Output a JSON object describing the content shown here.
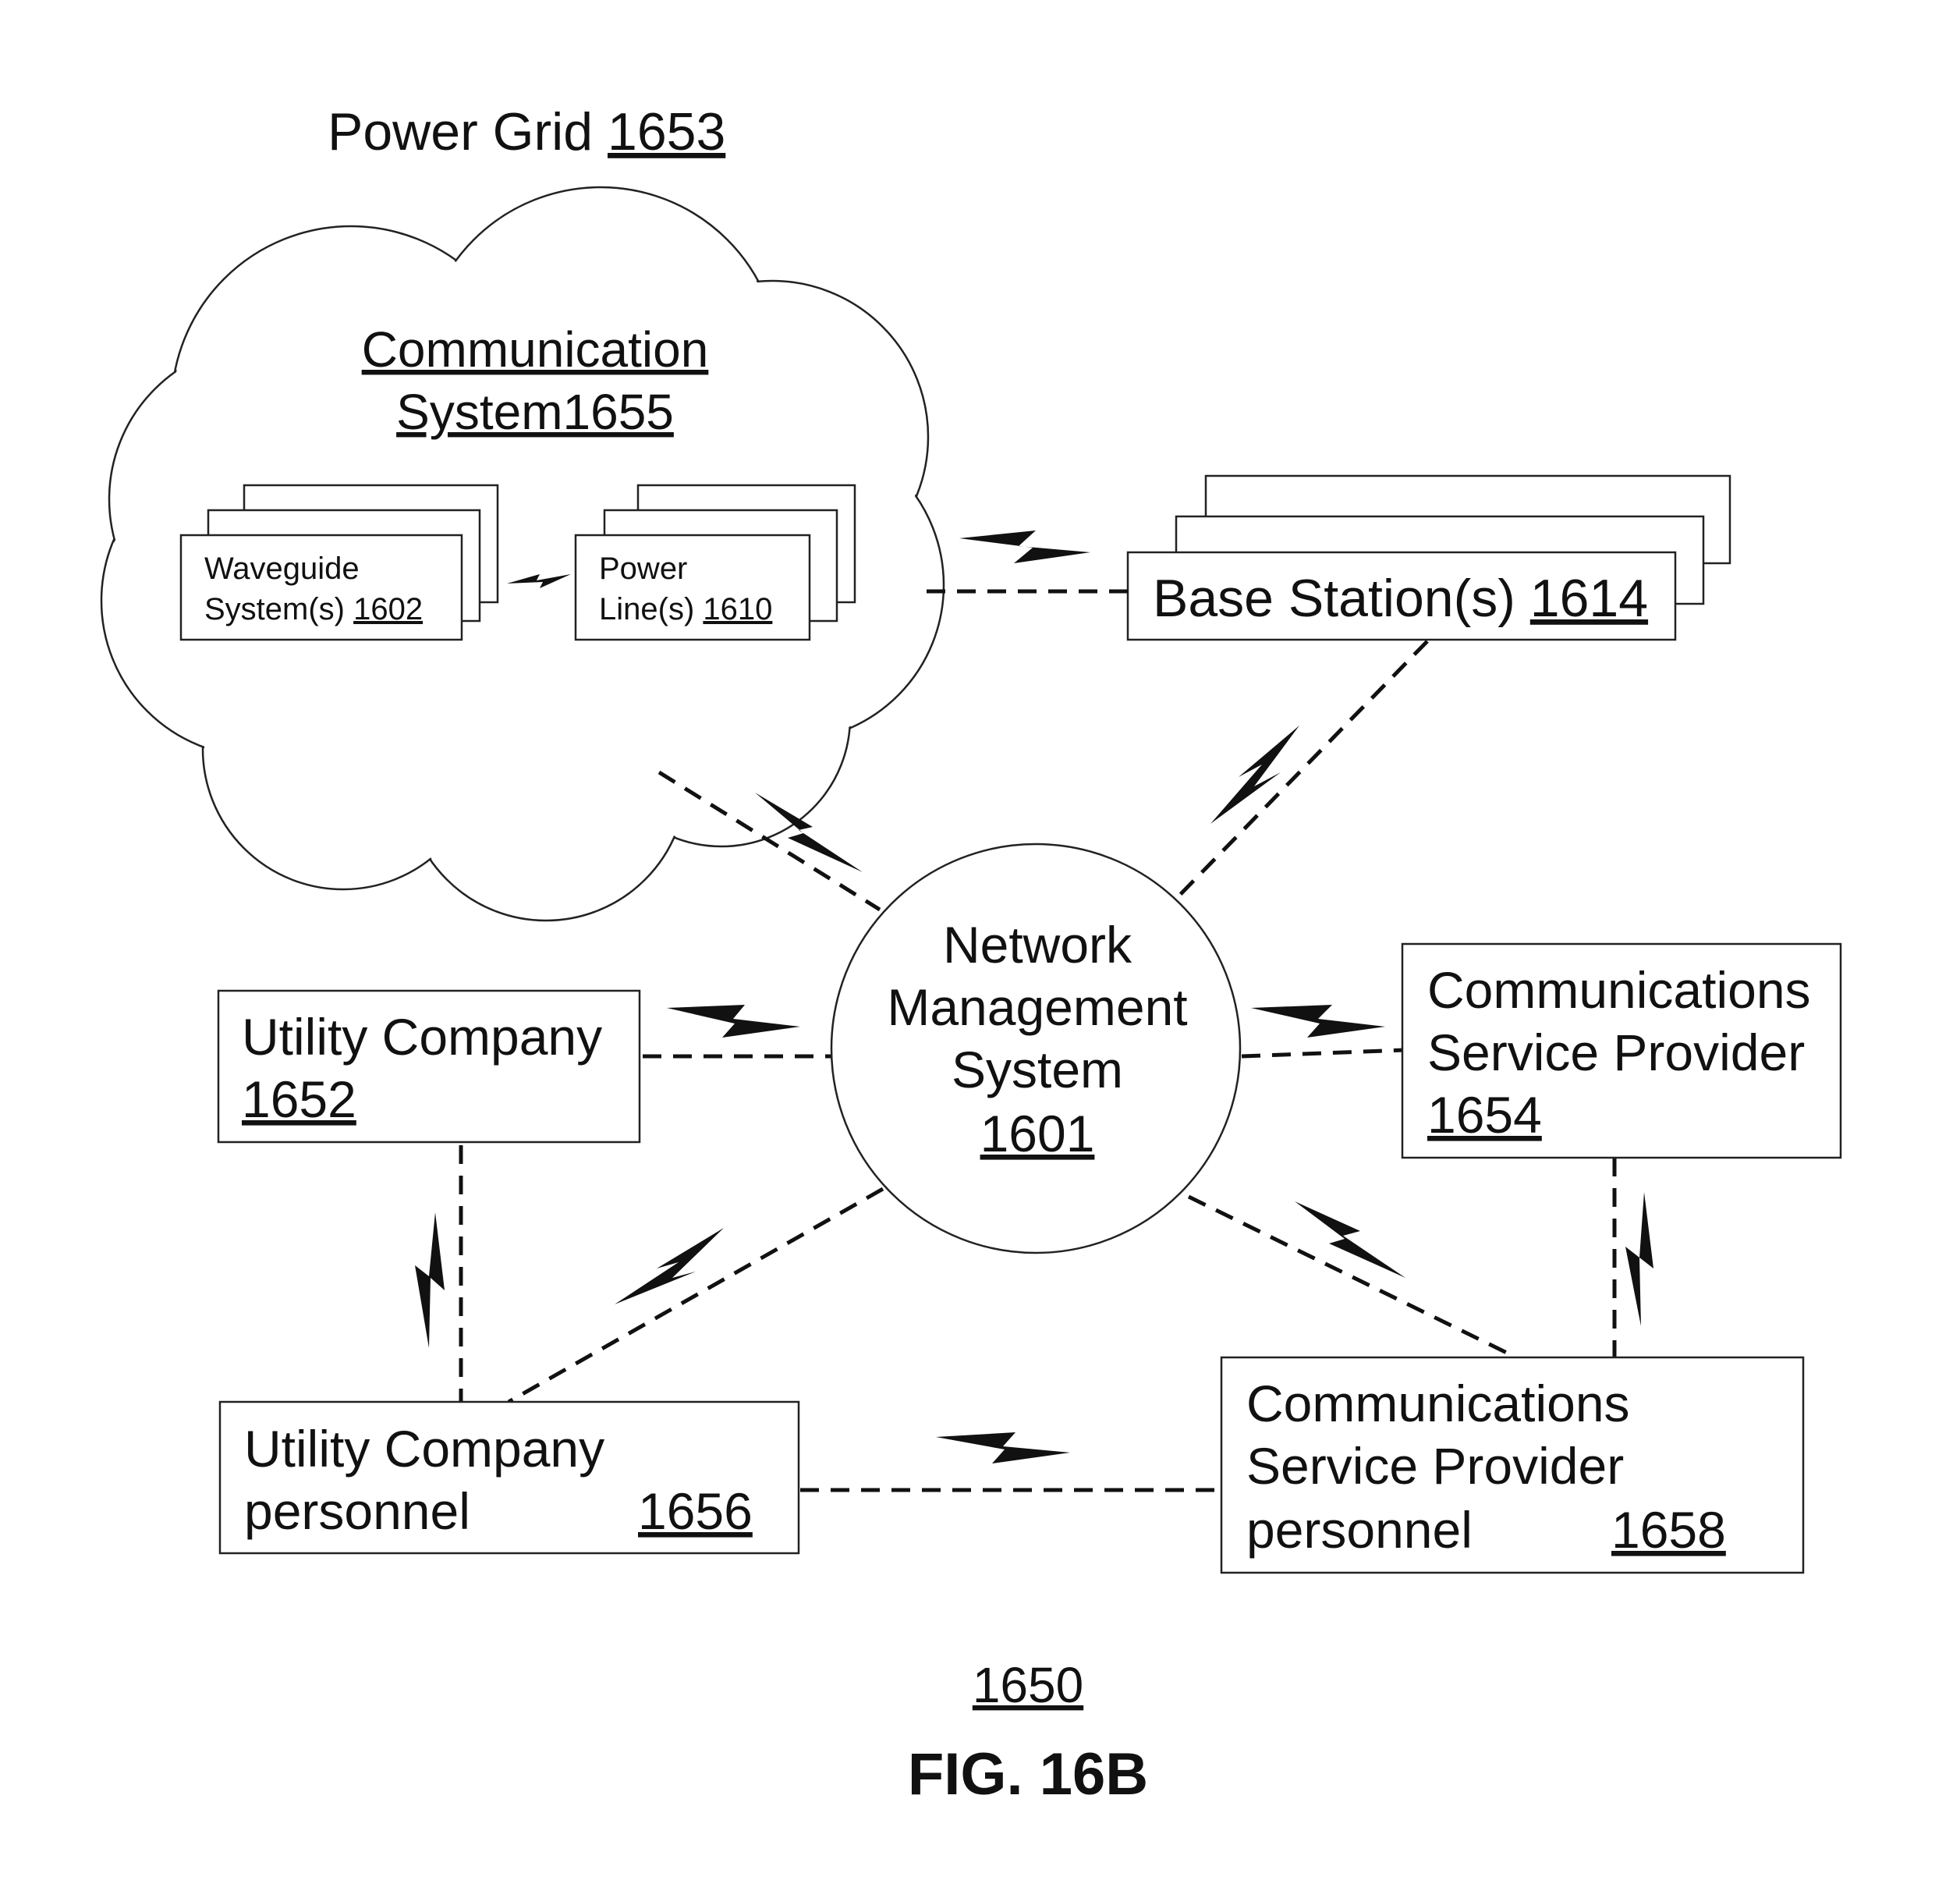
{
  "power_grid": {
    "label": "Power Grid",
    "ref": "1653"
  },
  "communication_system": {
    "label_line1": "Communication",
    "label_line2": "System1655"
  },
  "waveguide": {
    "line1": "Waveguide",
    "line2_text": "System(s)",
    "ref": "1602"
  },
  "power_lines": {
    "line1": "Power",
    "line2_text": "Line(s)",
    "ref": "1610"
  },
  "base_station": {
    "label": "Base Station(s)",
    "ref": "1614"
  },
  "nms": {
    "line1": "Network",
    "line2": "Management",
    "line3": "System",
    "ref": "1601"
  },
  "utility_company": {
    "line1": "Utility Company",
    "ref": "1652"
  },
  "csp": {
    "line1": "Communications",
    "line2": "Service Provider",
    "ref": "1654"
  },
  "utility_personnel": {
    "line1": "Utility Company",
    "line2": "personnel",
    "ref": "1656"
  },
  "csp_personnel": {
    "line1": "Communications",
    "line2": "Service Provider",
    "line3": "personnel",
    "ref": "1658"
  },
  "figure": {
    "ref": "1650",
    "caption": "FIG. 16B"
  }
}
